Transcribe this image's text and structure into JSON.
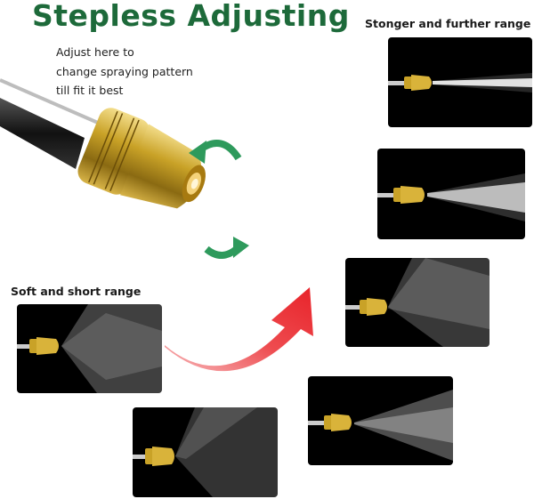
{
  "header": {
    "title": "Stepless Adjusting",
    "description_lines": [
      "Adjust here to",
      "change spraying pattern",
      "till fit it best"
    ]
  },
  "labels": {
    "strong": "Stonger and further range",
    "soft": "Soft and short range"
  },
  "panels": [
    {
      "id": "jet",
      "pattern": "narrow-jet"
    },
    {
      "id": "narrow-cone",
      "pattern": "narrow-cone"
    },
    {
      "id": "wide-fan",
      "pattern": "wide-fan"
    },
    {
      "id": "medium-cone",
      "pattern": "medium-cone"
    },
    {
      "id": "wide-mist-bottom",
      "pattern": "wide-mist"
    },
    {
      "id": "soft-wide",
      "pattern": "soft-wide"
    }
  ],
  "colors": {
    "title_green": "#1d6a3a",
    "rotate_arrow_green": "#2e9a5c",
    "progress_arrow_red": "#e8232a",
    "brass": "#c9a227"
  }
}
